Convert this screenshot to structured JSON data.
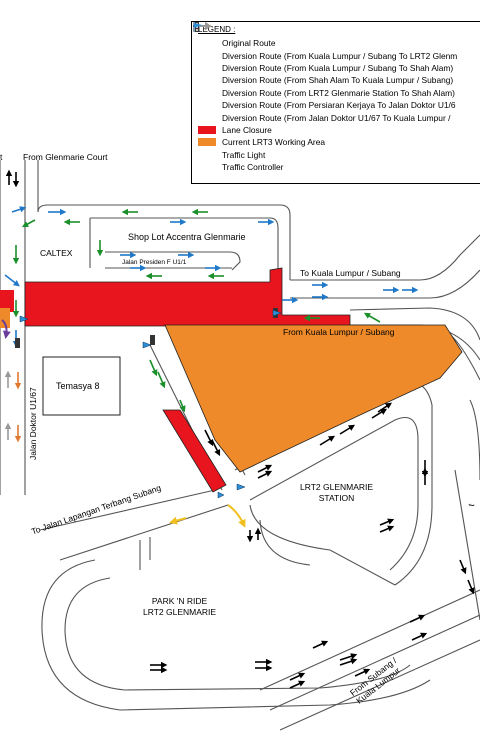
{
  "legend": {
    "title": "LEGEND :",
    "items": [
      {
        "label": "Original Route",
        "color": "#000000",
        "kind": "arrow"
      },
      {
        "label": "Diversion Route (From Kuala Lumpur / Subang To LRT2 Glenm",
        "color": "#1a8f2a",
        "kind": "arrow"
      },
      {
        "label": "Diversion Route (From Kuala Lumpur / Subang To Shah Alam)",
        "color": "#6a3d9a",
        "kind": "arrow"
      },
      {
        "label": "Diversion Route (From Shah Alam To Kuala Lumpur / Subang)",
        "color": "#1f78c8",
        "kind": "arrow"
      },
      {
        "label": "Diversion Route (From LRT2 Glenmarie Station To Shah Alam)",
        "color": "#f0c020",
        "kind": "arrow"
      },
      {
        "label": "Diversion Route (From Persiaran Kerjaya To Jalan Doktor U1/6",
        "color": "#e07a30",
        "kind": "arrow"
      },
      {
        "label": "Diversion Route (From Jalan Doktor U1/67 To Kuala Lumpur /",
        "color": "#999999",
        "kind": "arrow"
      },
      {
        "label": "Lane Closure",
        "color": "#e8141e",
        "kind": "box"
      },
      {
        "label": "Current LRT3 Working Area",
        "color": "#ee8a2a",
        "kind": "box"
      },
      {
        "label": "Traffic Light",
        "color": "#333333",
        "kind": "light"
      },
      {
        "label": "Traffic Controller",
        "color": "#2a8fd8",
        "kind": "flag"
      }
    ]
  },
  "labels": {
    "glenmarie_court": "From Glenmarie Court",
    "caltex": "CALTEX",
    "shop_lot": "Shop Lot Accentra Glenmarie",
    "jalan_presiden": "Jalan Presiden F U1/1",
    "to_kl_subang": "To Kuala Lumpur / Subang",
    "from_kl_subang": "From Kuala Lumpur / Subang",
    "temasya": "Temasya 8",
    "jalan_doktor": "Jalan Doktor U1/67",
    "lrt2_station": "LRT2 GLENMARIE\nSTATION",
    "to_jalan_lapangan": "To Jalan Lapangan Terbang Subang",
    "park_n_ride": "PARK 'N RIDE\nLRT2 GLENMARIE",
    "from_subang": "From Subang /\nKuala Lumpur",
    "cut_t": "t",
    "cut_t2": "t"
  }
}
